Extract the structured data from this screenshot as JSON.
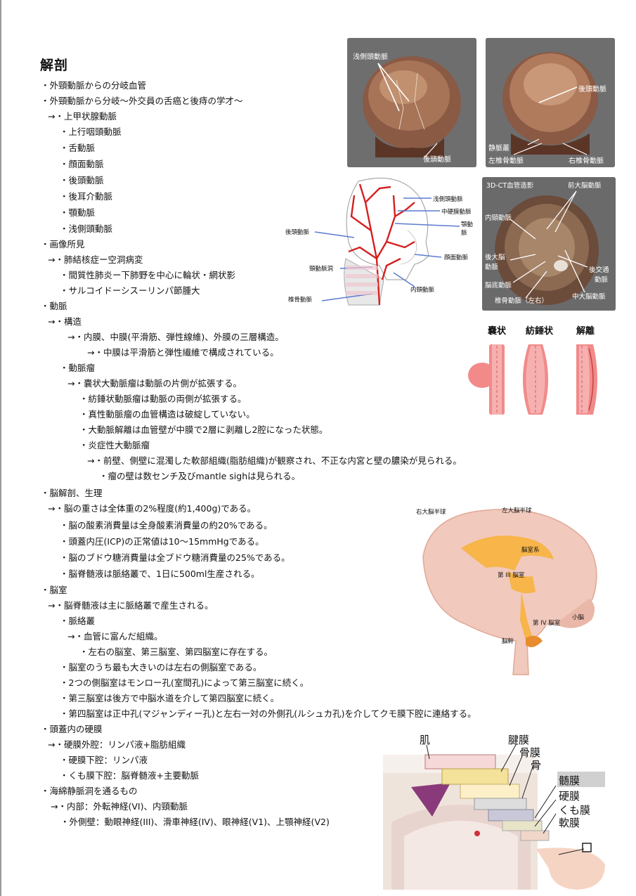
{
  "title": "解剖",
  "lines": [
    "・外頸動脈からの分岐血管",
    "・外頸動脈から分岐〜外交員の舌癌と後痔の学才〜",
    "→・上甲状腺動脈",
    "・上行咽頭動脈",
    "・舌動脈",
    "・顔面動脈",
    "・後頭動脈",
    "・後耳介動脈",
    "・顎動脈",
    "・浅側頭動脈",
    "・画像所見",
    "→・肺結核症ー空洞病変",
    "・間質性肺炎ー下肺野を中心に輪状・網状影",
    "・サルコイドーシスーリンパ節腫大",
    "・動脈",
    "→・構造",
    "→・内膜、中膜(平滑筋、弾性線維)、外膜の三層構造。",
    "→・中膜は平滑筋と弾性繊維で構成されている。",
    "・動脈瘤",
    "→・嚢状大動脈瘤は動脈の片側が拡張する。",
    "・紡錘状動脈瘤は動脈の両側が拡張する。",
    "・真性動脈瘤の血管構造は破綻していない。",
    "・大動脈解離は血管壁が中膜で2層に剥離し2腔になった状態。",
    "・炎症性大動脈瘤",
    "→・前壁、側壁に混濁した軟部組織(脂肪組織)が観察され、不正な内宮と壁の膿染が見られる。",
    "・瘤の壁は数センチ及びmantle sighは見られる。",
    "・脳解剖、生理",
    "→・脳の重さは全体重の2%程度(約1,400g)である。",
    "・脳の酸素消費量は全身酸素消費量の約20%である。",
    "・頭蓋内圧(ICP)の正常値は10〜15mmHgである。",
    "・脳のブドウ糖消費量は全ブドウ糖消費量の25%である。",
    "・脳脊髄液は脈絡叢で、1日に500ml生産される。",
    "・脳室",
    "→・脳脊髄液は主に脈絡叢で産生される。",
    "・脈絡叢",
    "→・血管に富んだ組織。",
    "・左右の脳室、第三脳室、第四脳室に存在する。",
    "・脳室のうち最も大きいのは左右の側脳室である。",
    "・2つの側脳室はモンロー孔(室間孔)によって第三脳室に続く。",
    "・第三脳室は後方で中脳水道を介して第四脳室に続く。",
    "・第四脳室は正中孔(マジャンディー孔)と左右一対の外側孔(ルシュカ孔)を介してクモ膜下腔に連絡する。",
    "・頭蓋内の硬膜",
    "→・硬膜外腔：リンパ液+脂肪組織",
    "・硬膜下腔：リンパ液",
    "・くも膜下腔：脳脊髄液+主要動脈",
    "・海綿静脈洞を通るもの",
    "→・内部：外転神経(VI)、内頸動脈",
    "・外側壁：動眼神経(III)、滑車神経(IV)、眼神経(V1)、上顎神経(V2)"
  ],
  "fig_skull_front": {
    "artery": "浅側頭動脈",
    "occipital": "後頭動脈"
  },
  "fig_skull_back": {
    "occipital": "後頭動脈",
    "venous": "静脈叢",
    "left_vert": "左椎骨動脈",
    "right_vert": "右椎骨動脈"
  },
  "fig_head_arteries": {
    "superficial_temporal": "浅側頭動脈",
    "middle_meningeal": "中硬膜動脈",
    "maxillary": "顎動脈",
    "occipital": "後頭動脈",
    "facial": "顔面動脈",
    "carotid_sinus": "頸動脈洞",
    "internal_carotid": "内頸動脈",
    "vertebral": "椎骨動脈"
  },
  "fig_ct": {
    "title": "3D-CT血管造影",
    "ant_cerebral": "前大脳動脈",
    "int_carotid": "内頸動脈",
    "post_cerebral_1": "後大脳",
    "post_cerebral_2": "動脈",
    "post_comm_1": "後交通",
    "post_comm_2": "動脈",
    "basilar": "脳底動脈",
    "mid_cerebral": "中大脳動脈",
    "vertebral": "椎骨動脈（左右）"
  },
  "fig_aneurysm": {
    "saccular": "嚢状",
    "fusiform": "紡錘状",
    "dissection": "解離"
  },
  "fig_brain": {
    "right_hemisphere": "右大脳半球",
    "left_hemisphere": "左大脳半球",
    "ventricles": "脳室系",
    "third": "第 III 脳室",
    "fourth": "第 IV 脳室",
    "cerebellum": "小脳",
    "brainstem": "脳幹"
  },
  "fig_meninges": {
    "skin": "肌",
    "galea": "腱膜",
    "periosteum": "骨膜",
    "bone": "骨",
    "dura_meninx": "髄膜",
    "dura": "硬膜",
    "arachnoid": "くも膜",
    "pia": "軟膜"
  }
}
